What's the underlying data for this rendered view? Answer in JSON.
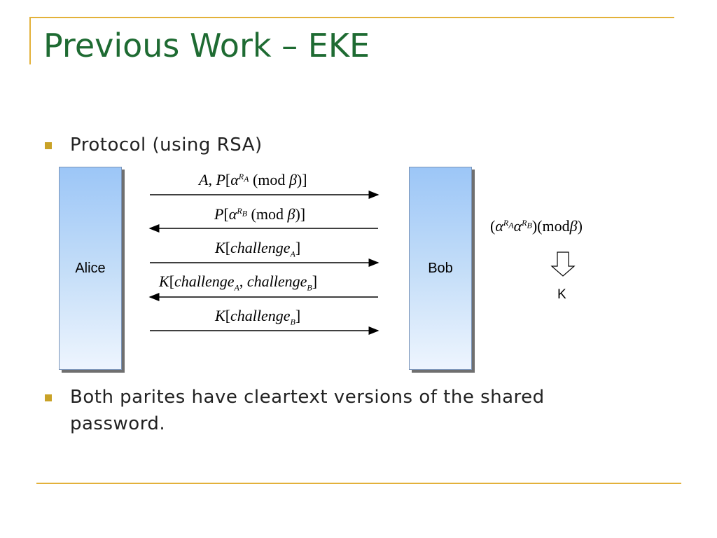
{
  "title": "Previous Work – EKE",
  "bullets": [
    "Protocol (using RSA)",
    "Both parites have cleartext versions of the shared password."
  ],
  "diagram": {
    "alice": "Alice",
    "bob": "Bob",
    "messages": [
      {
        "direction": "to-bob",
        "text": "A, P[α^(R_A) (mod β)]"
      },
      {
        "direction": "to-alice",
        "text": "P[α^(R_B) (mod β)]"
      },
      {
        "direction": "to-bob",
        "text": "K[challenge_A]"
      },
      {
        "direction": "to-alice",
        "text": "K[challenge_A, challenge_B]"
      },
      {
        "direction": "to-bob",
        "text": "K[challenge_B]"
      }
    ],
    "key_expression": "(α^(R_A) α^(R_B))(mod β)",
    "key_result": "K"
  },
  "colors": {
    "title": "#1E6B32",
    "accent_rule": "#E3B13A",
    "bullet": "#C9A227",
    "box_gradient_top": "#9cc6f7",
    "box_gradient_bottom": "#eef5fe"
  },
  "icons": [
    "bullet-square-icon",
    "down-arrow-icon"
  ]
}
